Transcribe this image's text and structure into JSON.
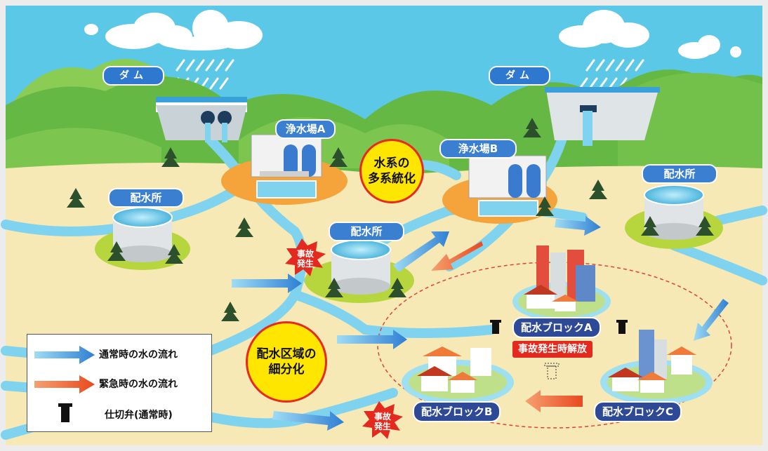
{
  "labels": {
    "dam_left": "ダム",
    "dam_right": "ダム",
    "plant_a": "浄水場A",
    "plant_b": "浄水場B",
    "reservoir_left": "配水所",
    "reservoir_center": "配水所",
    "reservoir_right": "配水所",
    "block_a": "配水ブロックA",
    "block_b": "配水ブロックB",
    "block_c": "配水ブロックC"
  },
  "callouts": {
    "multi_system": "水系の\n多系統化",
    "subdivision": "配水区域の\n細分化",
    "accident_1": "事故\n発生",
    "accident_2": "事故\n発生",
    "release": "事故発生時解放"
  },
  "legend": {
    "normal_flow": "通常時の水の流れ",
    "emergency_flow": "緊急時の水の流れ",
    "valve": "仕切弁(通常時)"
  },
  "colors": {
    "sky": "#5cc8e8",
    "mountain": "#6fbf4a",
    "ground": "#f6e9b5",
    "river": "#7fd3ef",
    "normal_arrow": "#3a86d6",
    "emergency_arrow": "#f0612a",
    "label_blue": "#3a7fd0",
    "label_dark": "#2e4a96",
    "highlight_yellow": "#ffe600",
    "accident_red": "#e42a1f"
  }
}
